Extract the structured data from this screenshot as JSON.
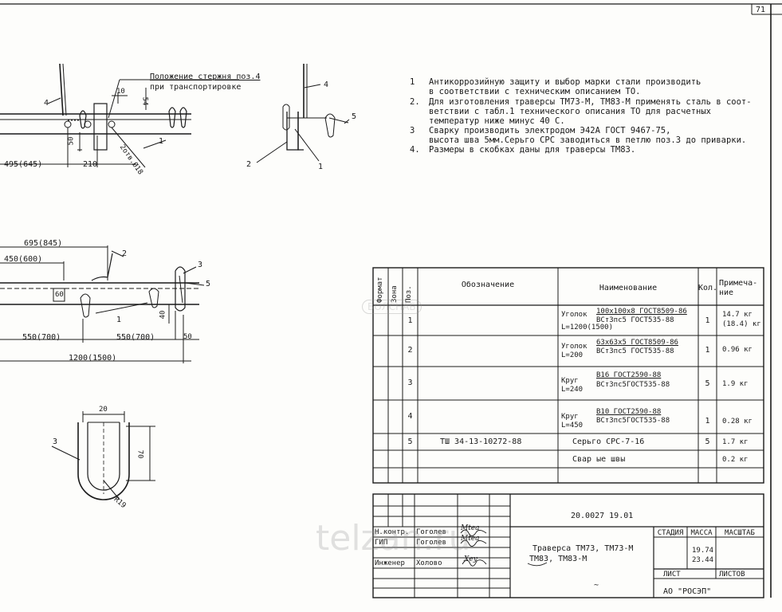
{
  "sheet_number": "71",
  "notes": [
    {
      "num": "1",
      "lines": [
        "Антикоррозийную защиту и выбор марки стали производить",
        "в соответствии с техническим описанием ТО."
      ]
    },
    {
      "num": "2.",
      "lines": [
        "Для изготовления траверсы ТМ73-М, ТМ83-М применять сталь в соот-",
        "ветствии с табл.1 технического описания ТО для расчетных",
        "температур ниже минус 40 С."
      ]
    },
    {
      "num": "3",
      "lines": [
        "Сварку производить электродом Э42А ГОСТ 9467-75,",
        "высота шва 5мм.Серьго СРС заводиться в петлю поз.3 до приварки."
      ]
    },
    {
      "num": "4.",
      "lines": [
        "Размеры в скобках даны для траверсы ТМ83."
      ]
    }
  ],
  "view1": {
    "annotation": "Положение стержня поз.4",
    "annotation2": "при транспортировке",
    "dims": [
      "495(645)",
      "210",
      "10",
      "54",
      "50",
      "2отв.Ø18"
    ],
    "callouts": [
      "4",
      "1"
    ]
  },
  "view2": {
    "callouts": [
      "4",
      "5",
      "2",
      "1"
    ]
  },
  "view3": {
    "dims": [
      "695(845)",
      "450(600)",
      "60",
      "550(700)",
      "550(700)",
      "1200(1500)",
      "40",
      "50"
    ],
    "callouts": [
      "2",
      "3",
      "5",
      "1"
    ]
  },
  "view4": {
    "dims": [
      "20",
      "70",
      "R19"
    ],
    "callouts": [
      "3"
    ]
  },
  "spec": {
    "headers": {
      "format": "Формат",
      "zone": "Зона",
      "pos": "Поз.",
      "designation": "Обозначение",
      "name": "Наименование",
      "qty": "Кол.",
      "note1": "Примеча-",
      "note2": "ние"
    },
    "rows": [
      {
        "pos": "1",
        "designation": "",
        "prefix": "Уголок",
        "prefix2": "L=1200(1500)",
        "top": "100x100x8 ГОСТ8509-86",
        "bottom": "ВСт3пс5 ГОСТ535-88",
        "qty": "1",
        "note1": "14.7 кг",
        "note2": "(18.4) кг"
      },
      {
        "pos": "2",
        "designation": "",
        "prefix": "Уголок",
        "prefix2": "L=200",
        "top": "63x63x5 ГОСТ8509-86",
        "bottom": "ВСт3пс5 ГОСТ535-88",
        "qty": "1",
        "note1": "0.96 кг",
        "note2": ""
      },
      {
        "pos": "3",
        "designation": "",
        "prefix": "Круг",
        "prefix2": "L=240",
        "top": "В16 ГОСТ2590-88",
        "bottom": "ВСт3пс5ГОСТ535-88",
        "qty": "5",
        "note1": "1.9 кг",
        "note2": ""
      },
      {
        "pos": "4",
        "designation": "",
        "prefix": "Круг",
        "prefix2": "L=450",
        "top": "В10 ГОСТ2590-88",
        "bottom": "ВСт3пс5ГОСТ535-88",
        "qty": "1",
        "note1": "0.28 кг",
        "note2": ""
      },
      {
        "pos": "5",
        "designation": "ТШ 34-13-10272-88",
        "name": "Серьго СРС-7-16",
        "qty": "5",
        "note1": "1.7 кг"
      },
      {
        "pos": "",
        "designation": "",
        "name": "Свар ые швы",
        "qty": "",
        "note1": "0.2 кг"
      }
    ]
  },
  "title_block": {
    "doc_number": "20.0027 19.01",
    "roles": [
      {
        "role": "Н.контр.",
        "name": "Гоголев",
        "sign": "Mtea"
      },
      {
        "role": "ГИП",
        "name": "Гоголев",
        "sign": "Mtea"
      },
      {
        "role": "Инженер",
        "name": "Холово",
        "sign": "Xey"
      }
    ],
    "title_line1": "Траверса ТМ73, ТМ73-М",
    "title_line2": "ТМ83, ТМ83-М",
    "stage_label": "СТАДИЯ",
    "mass_label": "МАССА",
    "scale_label": "МАСШТАБ",
    "mass1": "19.74",
    "mass2": "23.44",
    "sheet_label": "ЛИСТ",
    "sheets_label": "ЛИСТОВ",
    "org": "АО \"РОСЭП\"",
    "tilde": "~"
  },
  "watermark": {
    "text1": "telzan.ru",
    "text2": "ВОЛСНАБ"
  }
}
